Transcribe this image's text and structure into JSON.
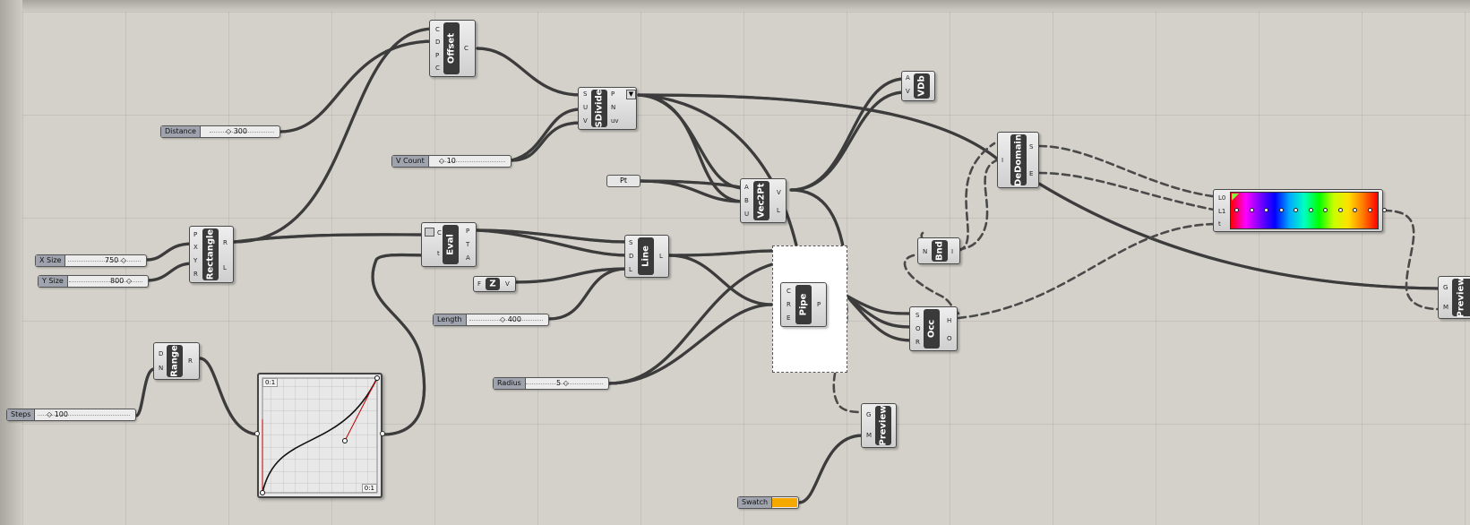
{
  "canvas": {
    "name": "grasshopper-canvas"
  },
  "components": {
    "offset": {
      "name": "Offset",
      "inputs": [
        "C",
        "D",
        "P",
        "C"
      ],
      "outputs": [
        "C"
      ]
    },
    "sdivide": {
      "name": "SDivide",
      "inputs": [
        "S",
        "U",
        "V"
      ],
      "outputs": [
        "P",
        "N",
        "uv"
      ]
    },
    "vdb": {
      "name": "VDb",
      "inputs": [
        "A",
        "V"
      ]
    },
    "dedomain": {
      "name": "DeDomain",
      "inputs": [
        "I"
      ],
      "outputs": [
        "S",
        "E"
      ]
    },
    "rectangle": {
      "name": "Rectangle",
      "inputs": [
        "P",
        "X",
        "Y",
        "R"
      ],
      "outputs": [
        "R",
        "L"
      ]
    },
    "eval": {
      "name": "Eval",
      "inputs": [
        "C",
        "t"
      ],
      "outputs": [
        "P",
        "T",
        "A"
      ]
    },
    "line": {
      "name": "Line",
      "inputs": [
        "S",
        "D",
        "L"
      ],
      "outputs": [
        "L"
      ]
    },
    "vec2pt": {
      "name": "Vec2Pt",
      "inputs": [
        "A",
        "B",
        "U"
      ],
      "outputs": [
        "V",
        "L"
      ]
    },
    "pipe": {
      "name": "Pipe",
      "inputs": [
        "C",
        "R",
        "E"
      ],
      "outputs": [
        "P"
      ]
    },
    "bnd": {
      "name": "Bnd",
      "inputs": [
        "N"
      ],
      "outputs": [
        "I"
      ]
    },
    "occ": {
      "name": "Occ",
      "inputs": [
        "S",
        "O",
        "R"
      ],
      "outputs": [
        "H",
        "O"
      ]
    },
    "range": {
      "name": "Range",
      "inputs": [
        "D",
        "N"
      ],
      "outputs": [
        "R"
      ]
    },
    "preview_mid": {
      "name": "Preview",
      "inputs": [
        "G",
        "M"
      ]
    },
    "preview_right": {
      "name": "Preview",
      "inputs": [
        "G",
        "M"
      ]
    },
    "zvec": {
      "name": "Z",
      "inputs": [
        "F"
      ],
      "outputs": [
        "V"
      ]
    },
    "gradient": {
      "inputs": [
        "L0",
        "L1",
        "t"
      ]
    }
  },
  "params": {
    "pt": {
      "label": "Pt"
    }
  },
  "sliders": {
    "distance": {
      "label": "Distance",
      "value": "300"
    },
    "vcount": {
      "label": "V Count",
      "value": "10"
    },
    "xsize": {
      "label": "X Size",
      "value": "750"
    },
    "ysize": {
      "label": "Y Size",
      "value": "800"
    },
    "length": {
      "label": "Length",
      "value": "400"
    },
    "radius": {
      "label": "Radius",
      "value": "5"
    },
    "steps": {
      "label": "Steps",
      "value": "100"
    }
  },
  "swatch": {
    "label": "Swatch",
    "color": "#f5a800"
  },
  "graph_mapper": {
    "corner_tl": "0:1",
    "corner_br": "0:1"
  },
  "colors": {
    "wire": "#3c3c3c",
    "wire_highlight": "#f2f2f2",
    "component_body": "#3a3a3a"
  }
}
